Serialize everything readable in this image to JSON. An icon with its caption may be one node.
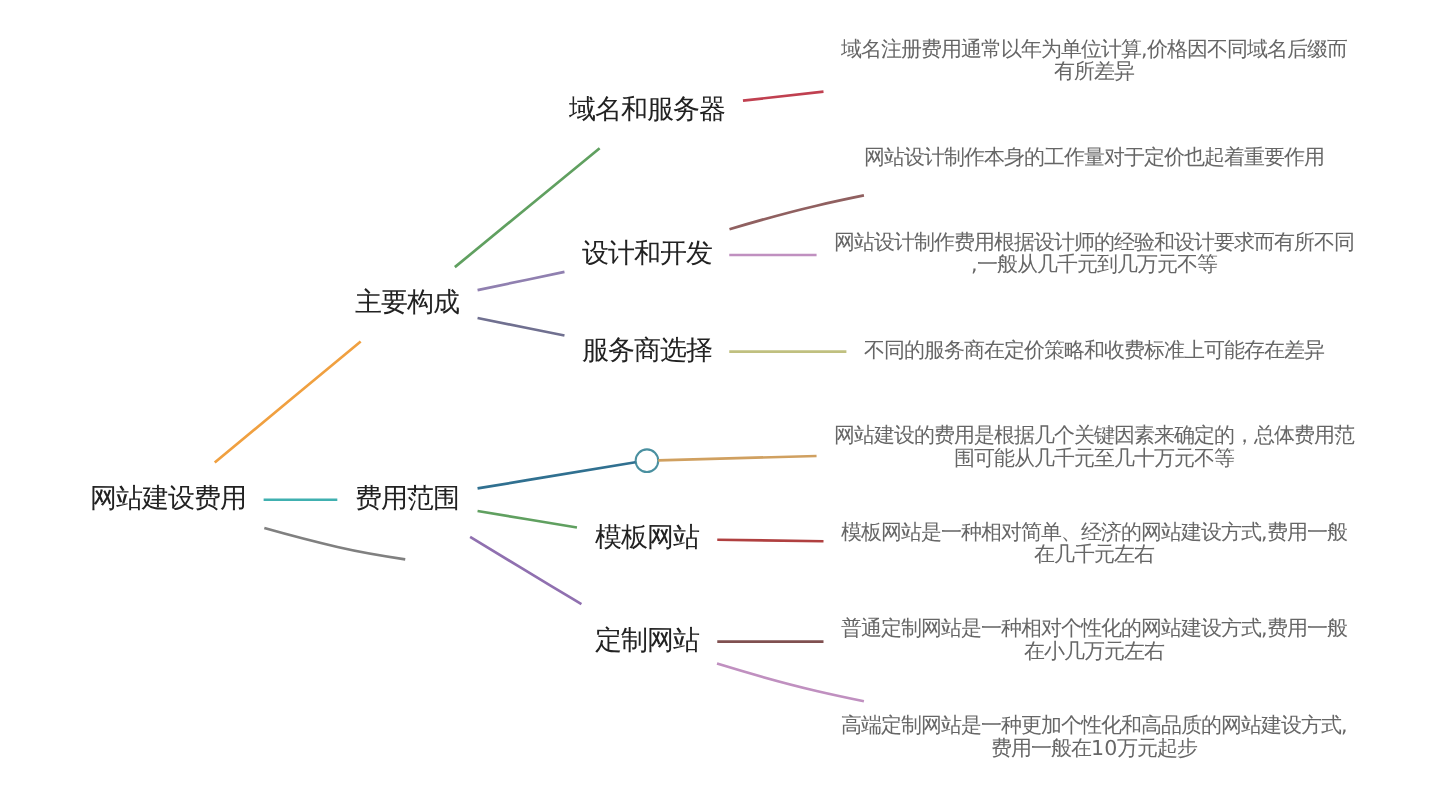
{
  "diagram": {
    "nodes": [
      {
        "text": [
          "网站建设费用"
        ]
      },
      {
        "text": [
          "主要构成"
        ]
      },
      {
        "text": [
          "域名和服务器"
        ]
      },
      {
        "text": [
          "域名注册费用通常以年为单位计算,价格因不同域名后缀而有所差异"
        ]
      },
      {
        "text": [
          "设计和开发"
        ]
      },
      {
        "text": [
          "网站设计制作本身的工作量对于定价也起着重要作用"
        ]
      },
      {
        "text": [
          "网站设计制作费用根据设计师的经验和设计要求而有所不同,一般从几千元到几万元不等"
        ]
      },
      {
        "text": [
          "服务商选择"
        ]
      },
      {
        "text": [
          "不同的服务商在定价策略和收费标准上可能存在差异"
        ]
      },
      {
        "text": [
          "费用范围"
        ]
      },
      {
        "text": [],
        "shape": "circle"
      },
      {
        "text": [
          "网站建设的费用是根据几个关键因素来确定的，总体费用范围可能从几千元至几十万元不等"
        ]
      },
      {
        "text": [
          "模板网站"
        ]
      },
      {
        "text": [
          "模板网站是一种相对简单、经济的网站建设方式,费用一般在几千元左右"
        ]
      },
      {
        "text": [
          "定制网站"
        ]
      },
      {
        "text": [
          "普通定制网站是一种相对个性化的网站建设方式,费用一般在小几万元左右"
        ]
      },
      {
        "text": [
          "高端定制网站是一种更加个性化和高品质的网站建设方式,费用一般在10万元起步"
        ]
      }
    ],
    "edges": [
      {
        "from": 0,
        "to": 1,
        "arrow": "none",
        "color": "#f0a040"
      },
      {
        "from": 1,
        "to": 2,
        "arrow": "none",
        "color": "#60a060"
      },
      {
        "from": 2,
        "to": 3,
        "arrow": "none",
        "color": "#c04050"
      },
      {
        "from": 1,
        "to": 4,
        "arrow": "none",
        "color": "#9080b0"
      },
      {
        "from": 4,
        "to": 5,
        "arrow": "none",
        "color": "#906060"
      },
      {
        "from": 4,
        "to": 6,
        "arrow": "none",
        "color": "#c090c0"
      },
      {
        "from": 1,
        "to": 7,
        "arrow": "none",
        "color": "#707090"
      },
      {
        "from": 7,
        "to": 8,
        "arrow": "none",
        "color": "#c0c080"
      },
      {
        "from": 0,
        "to": 9,
        "arrow": "none",
        "color": "#40b0b0"
      },
      {
        "from": 9,
        "to": 10,
        "arrow": "none",
        "color": "#307090"
      },
      {
        "from": 10,
        "to": 11,
        "arrow": "none",
        "color": "#d0a060"
      },
      {
        "from": 9,
        "to": 12,
        "arrow": "none",
        "color": "#60a060"
      },
      {
        "from": 12,
        "to": 13,
        "arrow": "none",
        "color": "#b04040"
      },
      {
        "from": 9,
        "to": 14,
        "arrow": "none",
        "color": "#9070b0"
      },
      {
        "from": 14,
        "to": 15,
        "arrow": "none",
        "color": "#805050"
      },
      {
        "from": 14,
        "to": 16,
        "arrow": "none",
        "color": "#c090c0"
      },
      {
        "from": 0,
        "to": null,
        "arrow": "none",
        "color": "#808080"
      }
    ]
  }
}
